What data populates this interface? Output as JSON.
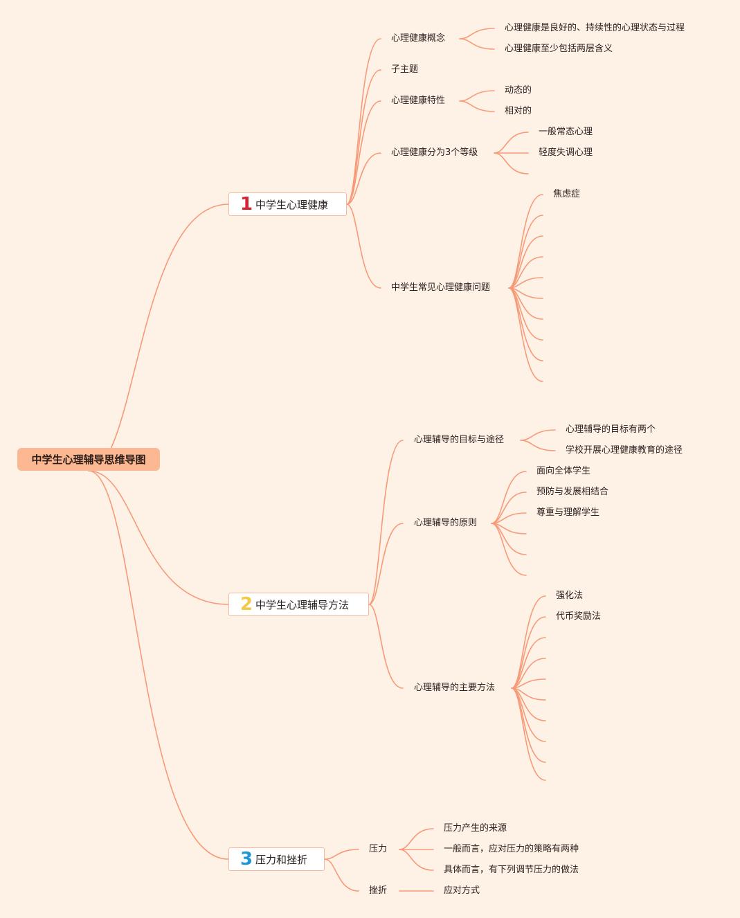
{
  "root": {
    "label": "中学生心理辅导思维导图"
  },
  "topics": [
    {
      "number": "1",
      "label": "中学生心理健康",
      "subtopics": [
        {
          "label": "心理健康概念",
          "children": [
            "心理健康是良好的、持续性的心理状态与过程",
            "心理健康至少包括两层含义"
          ]
        },
        {
          "label": "子主题",
          "children": []
        },
        {
          "label": "心理健康特性",
          "children": [
            "动态的",
            "相对的"
          ]
        },
        {
          "label": "心理健康分为3个等级",
          "children": [
            "一般常态心理",
            "轻度失调心理"
          ]
        },
        {
          "label": "中学生常见心理健康问题",
          "children": [
            "焦虑症"
          ]
        }
      ]
    },
    {
      "number": "2",
      "label": "中学生心理辅导方法",
      "subtopics": [
        {
          "label": "心理辅导的目标与途径",
          "children": [
            "心理辅导的目标有两个",
            "学校开展心理健康教育的途径"
          ]
        },
        {
          "label": "心理辅导的原则",
          "children": [
            "面向全体学生",
            "预防与发展相结合",
            "尊重与理解学生"
          ]
        },
        {
          "label": "心理辅导的主要方法",
          "children": [
            "强化法",
            "代币奖励法"
          ]
        }
      ]
    },
    {
      "number": "3",
      "label": "压力和挫折",
      "subtopics": [
        {
          "label": "压力",
          "children": [
            "压力产生的来源",
            "一般而言，应对压力的策略有两种",
            "具体而言，有下列调节压力的做法"
          ]
        },
        {
          "label": "挫折",
          "children": [
            "应对方式"
          ]
        }
      ]
    }
  ],
  "colors": {
    "background": "#fef1e6",
    "line": "#f79a78",
    "root_fill": "#fbb893",
    "topic_border": "#f6b99c",
    "num1": "#d42331",
    "num2": "#f2cb45",
    "num3": "#1f97d6"
  }
}
